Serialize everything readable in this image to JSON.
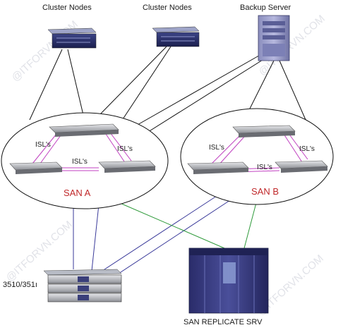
{
  "labels": {
    "cluster_nodes_1": "Cluster Nodes",
    "cluster_nodes_2": "Cluster Nodes",
    "backup_server": "Backup Server",
    "storage_array": "3510/351ı",
    "replicate_server": "SAN REPLICATE SRV"
  },
  "san_a": {
    "name": "SAN A",
    "isl_labels": [
      "ISL's",
      "ISL's",
      "ISL's"
    ]
  },
  "san_b": {
    "name": "SAN B",
    "isl_labels": [
      "ISL's",
      "ISL's",
      "ISL's"
    ]
  },
  "watermark": "@ITFORVN.COM",
  "colors": {
    "san_label": "#c0282a",
    "isl_link": "#c040c0",
    "blue_link": "#3a3a9a",
    "green_link": "#2e9a3a",
    "black_link": "#111111"
  }
}
